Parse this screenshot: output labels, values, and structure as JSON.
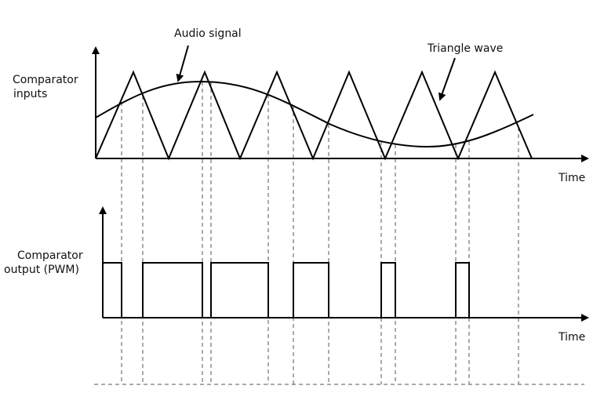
{
  "labels": {
    "audio_signal": "Audio signal",
    "triangle_wave": "Triangle wave",
    "comparator_inputs_line1": "Comparator",
    "comparator_inputs_line2": "inputs",
    "time_top": "Time",
    "comparator_output_line1": "Comparator",
    "comparator_output_line2": "output (PWM)",
    "time_bottom": "Time"
  },
  "colors": {
    "line": "#000000",
    "guide": "#555555",
    "background": "#ffffff"
  }
}
